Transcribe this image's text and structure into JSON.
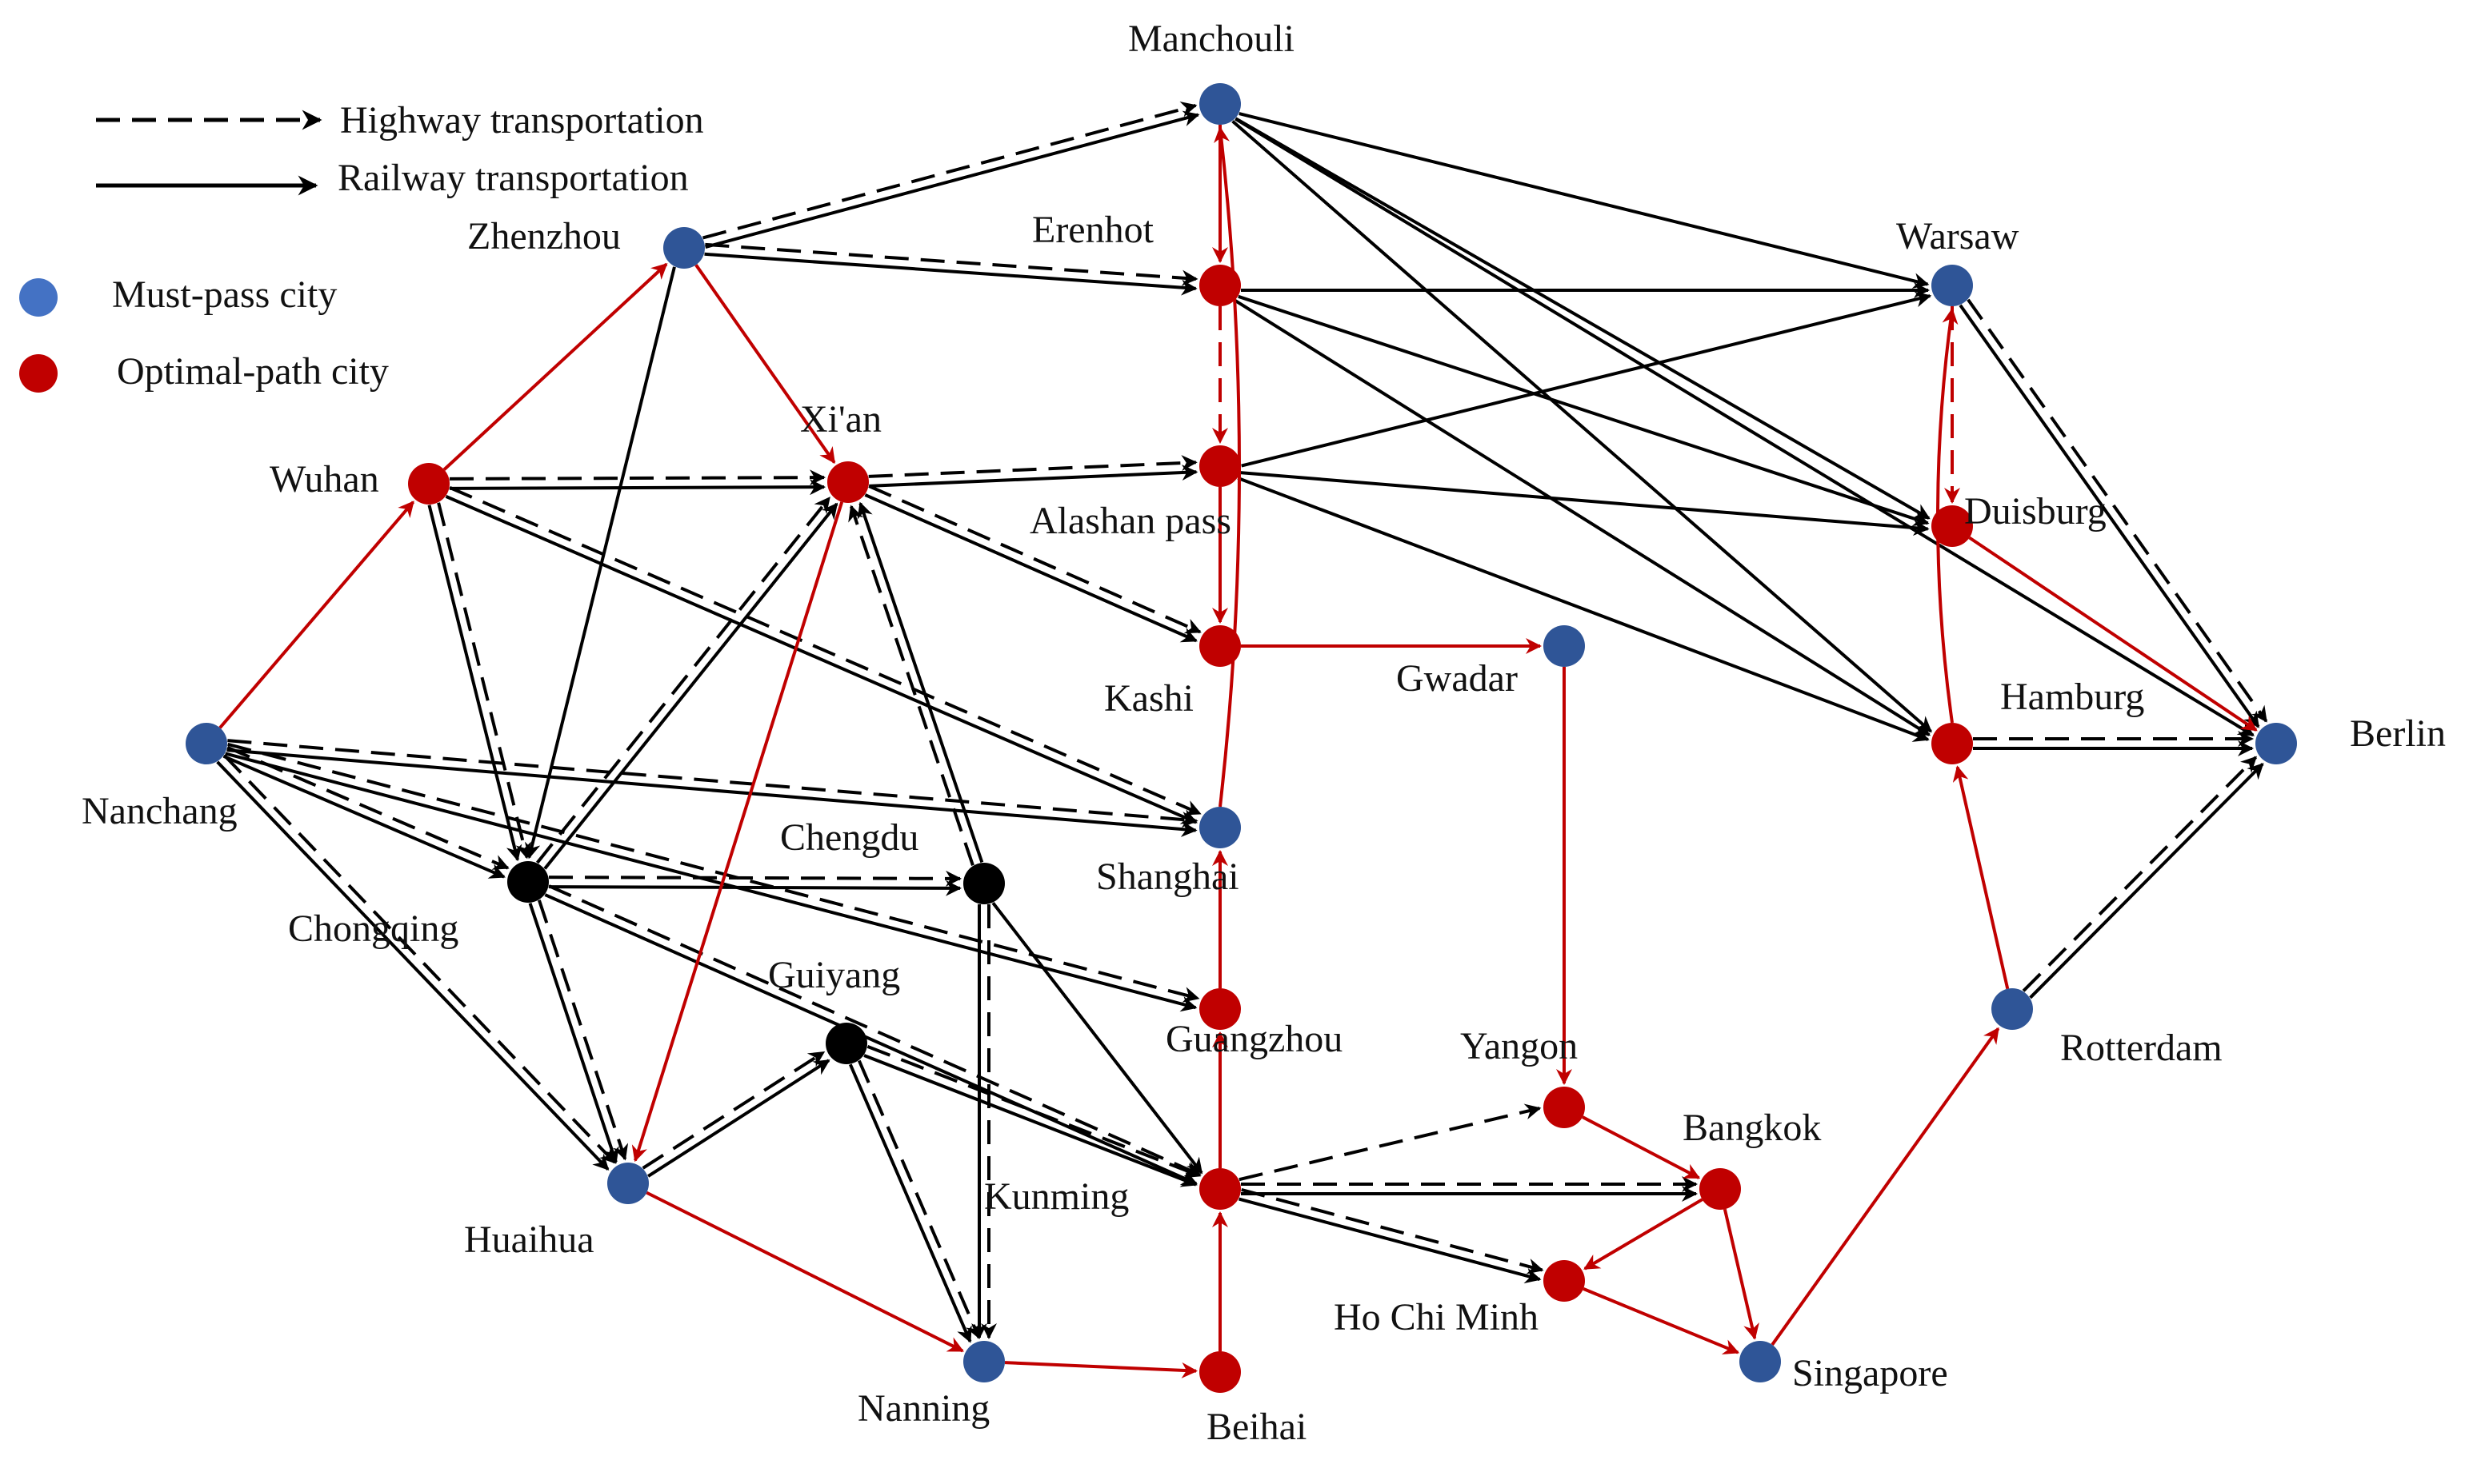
{
  "legend": {
    "highway": "Highway transportation",
    "railway": "Railway transportation",
    "must_pass": "Must-pass city",
    "optimal": "Optimal-path city"
  },
  "colors": {
    "must_pass": "#2F5597",
    "optimal": "#C00000",
    "intermediate": "#000000",
    "network_edge": "#000000",
    "optimal_edge": "#C00000"
  },
  "cities": {
    "manchouli": {
      "label": "Manchouli",
      "kind": "must_pass"
    },
    "zhenzhou": {
      "label": "Zhenzhou",
      "kind": "must_pass"
    },
    "erenhot": {
      "label": "Erenhot",
      "kind": "optimal"
    },
    "warsaw": {
      "label": "Warsaw",
      "kind": "must_pass"
    },
    "xian": {
      "label": "Xi'an",
      "kind": "optimal"
    },
    "wuhan": {
      "label": "Wuhan",
      "kind": "optimal"
    },
    "alashan": {
      "label": "Alashan pass",
      "kind": "optimal"
    },
    "duisburg": {
      "label": "Duisburg",
      "kind": "optimal"
    },
    "kashi": {
      "label": "Kashi",
      "kind": "optimal"
    },
    "gwadar": {
      "label": "Gwadar",
      "kind": "must_pass"
    },
    "hamburg": {
      "label": "Hamburg",
      "kind": "optimal"
    },
    "berlin": {
      "label": "Berlin",
      "kind": "must_pass"
    },
    "nanchang": {
      "label": "Nanchang",
      "kind": "must_pass"
    },
    "shanghai": {
      "label": "Shanghai",
      "kind": "must_pass"
    },
    "chengdu": {
      "label": "Chengdu",
      "kind": "intermediate"
    },
    "chongqing": {
      "label": "Chongqing",
      "kind": "intermediate"
    },
    "guiyang": {
      "label": "Guiyang",
      "kind": "intermediate"
    },
    "guangzhou": {
      "label": "Guangzhou",
      "kind": "optimal"
    },
    "yangon": {
      "label": "Yangon",
      "kind": "optimal"
    },
    "rotterdam": {
      "label": "Rotterdam",
      "kind": "must_pass"
    },
    "bangkok": {
      "label": "Bangkok",
      "kind": "optimal"
    },
    "kunming": {
      "label": "Kunming",
      "kind": "optimal"
    },
    "huaihua": {
      "label": "Huaihua",
      "kind": "must_pass"
    },
    "hochiminh": {
      "label": "Ho Chi Minh",
      "kind": "optimal"
    },
    "singapore": {
      "label": "Singapore",
      "kind": "must_pass"
    },
    "nanning": {
      "label": "Nanning",
      "kind": "must_pass"
    },
    "beihai": {
      "label": "Beihai",
      "kind": "optimal"
    }
  },
  "edges": [
    {
      "from": "zhenzhou",
      "to": "manchouli",
      "mode": "highway"
    },
    {
      "from": "zhenzhou",
      "to": "manchouli",
      "mode": "railway"
    },
    {
      "from": "zhenzhou",
      "to": "erenhot",
      "mode": "highway"
    },
    {
      "from": "zhenzhou",
      "to": "erenhot",
      "mode": "railway"
    },
    {
      "from": "zhenzhou",
      "to": "chongqing",
      "mode": "railway"
    },
    {
      "from": "manchouli",
      "to": "warsaw",
      "mode": "railway"
    },
    {
      "from": "manchouli",
      "to": "duisburg",
      "mode": "railway"
    },
    {
      "from": "manchouli",
      "to": "hamburg",
      "mode": "railway"
    },
    {
      "from": "manchouli",
      "to": "berlin",
      "mode": "railway"
    },
    {
      "from": "erenhot",
      "to": "warsaw",
      "mode": "railway"
    },
    {
      "from": "erenhot",
      "to": "duisburg",
      "mode": "railway"
    },
    {
      "from": "erenhot",
      "to": "hamburg",
      "mode": "railway"
    },
    {
      "from": "alashan",
      "to": "warsaw",
      "mode": "railway"
    },
    {
      "from": "alashan",
      "to": "duisburg",
      "mode": "railway"
    },
    {
      "from": "alashan",
      "to": "hamburg",
      "mode": "railway"
    },
    {
      "from": "warsaw",
      "to": "berlin",
      "mode": "highway"
    },
    {
      "from": "warsaw",
      "to": "berlin",
      "mode": "railway"
    },
    {
      "from": "hamburg",
      "to": "berlin",
      "mode": "highway"
    },
    {
      "from": "hamburg",
      "to": "berlin",
      "mode": "railway"
    },
    {
      "from": "rotterdam",
      "to": "berlin",
      "mode": "highway"
    },
    {
      "from": "rotterdam",
      "to": "berlin",
      "mode": "railway"
    },
    {
      "from": "wuhan",
      "to": "xian",
      "mode": "highway"
    },
    {
      "from": "wuhan",
      "to": "xian",
      "mode": "railway"
    },
    {
      "from": "xian",
      "to": "alashan",
      "mode": "highway"
    },
    {
      "from": "xian",
      "to": "alashan",
      "mode": "railway"
    },
    {
      "from": "xian",
      "to": "kashi",
      "mode": "highway"
    },
    {
      "from": "xian",
      "to": "kashi",
      "mode": "railway"
    },
    {
      "from": "wuhan",
      "to": "chongqing",
      "mode": "highway"
    },
    {
      "from": "wuhan",
      "to": "chongqing",
      "mode": "railway"
    },
    {
      "from": "wuhan",
      "to": "shanghai",
      "mode": "highway"
    },
    {
      "from": "wuhan",
      "to": "shanghai",
      "mode": "railway"
    },
    {
      "from": "nanchang",
      "to": "shanghai",
      "mode": "highway"
    },
    {
      "from": "nanchang",
      "to": "shanghai",
      "mode": "railway"
    },
    {
      "from": "nanchang",
      "to": "chongqing",
      "mode": "highway"
    },
    {
      "from": "nanchang",
      "to": "chongqing",
      "mode": "railway"
    },
    {
      "from": "nanchang",
      "to": "guangzhou",
      "mode": "highway"
    },
    {
      "from": "nanchang",
      "to": "guangzhou",
      "mode": "railway"
    },
    {
      "from": "nanchang",
      "to": "huaihua",
      "mode": "highway"
    },
    {
      "from": "nanchang",
      "to": "huaihua",
      "mode": "railway"
    },
    {
      "from": "chongqing",
      "to": "xian",
      "mode": "highway"
    },
    {
      "from": "chongqing",
      "to": "xian",
      "mode": "railway"
    },
    {
      "from": "chongqing",
      "to": "chengdu",
      "mode": "highway"
    },
    {
      "from": "chongqing",
      "to": "chengdu",
      "mode": "railway"
    },
    {
      "from": "chongqing",
      "to": "huaihua",
      "mode": "highway"
    },
    {
      "from": "chongqing",
      "to": "huaihua",
      "mode": "railway"
    },
    {
      "from": "chongqing",
      "to": "kunming",
      "mode": "highway"
    },
    {
      "from": "chongqing",
      "to": "kunming",
      "mode": "railway"
    },
    {
      "from": "chengdu",
      "to": "xian",
      "mode": "highway"
    },
    {
      "from": "chengdu",
      "to": "xian",
      "mode": "railway"
    },
    {
      "from": "chengdu",
      "to": "nanning",
      "mode": "highway"
    },
    {
      "from": "chengdu",
      "to": "nanning",
      "mode": "railway"
    },
    {
      "from": "chengdu",
      "to": "kunming",
      "mode": "railway"
    },
    {
      "from": "huaihua",
      "to": "guiyang",
      "mode": "highway"
    },
    {
      "from": "huaihua",
      "to": "guiyang",
      "mode": "railway"
    },
    {
      "from": "guiyang",
      "to": "nanning",
      "mode": "highway"
    },
    {
      "from": "guiyang",
      "to": "nanning",
      "mode": "railway"
    },
    {
      "from": "guiyang",
      "to": "kunming",
      "mode": "highway"
    },
    {
      "from": "guiyang",
      "to": "kunming",
      "mode": "railway"
    },
    {
      "from": "kunming",
      "to": "yangon",
      "mode": "highway"
    },
    {
      "from": "kunming",
      "to": "bangkok",
      "mode": "highway"
    },
    {
      "from": "kunming",
      "to": "bangkok",
      "mode": "railway"
    },
    {
      "from": "kunming",
      "to": "hochiminh",
      "mode": "highway"
    },
    {
      "from": "kunming",
      "to": "hochiminh",
      "mode": "railway"
    }
  ],
  "optimal_path": [
    {
      "from": "nanchang",
      "to": "wuhan"
    },
    {
      "from": "wuhan",
      "to": "zhenzhou"
    },
    {
      "from": "zhenzhou",
      "to": "xian"
    },
    {
      "from": "xian",
      "to": "huaihua"
    },
    {
      "from": "huaihua",
      "to": "nanning"
    },
    {
      "from": "nanning",
      "to": "beihai"
    },
    {
      "from": "beihai",
      "to": "kunming"
    },
    {
      "from": "kunming",
      "to": "guangzhou"
    },
    {
      "from": "guangzhou",
      "to": "shanghai"
    },
    {
      "from": "shanghai",
      "to": "manchouli",
      "curve": 8
    },
    {
      "from": "manchouli",
      "to": "erenhot"
    },
    {
      "from": "erenhot",
      "to": "alashan",
      "mode": "highway"
    },
    {
      "from": "alashan",
      "to": "kashi"
    },
    {
      "from": "kashi",
      "to": "gwadar"
    },
    {
      "from": "gwadar",
      "to": "yangon"
    },
    {
      "from": "yangon",
      "to": "bangkok"
    },
    {
      "from": "bangkok",
      "to": "hochiminh"
    },
    {
      "from": "hochiminh",
      "to": "singapore"
    },
    {
      "from": "bangkok",
      "to": "singapore"
    },
    {
      "from": "singapore",
      "to": "rotterdam"
    },
    {
      "from": "rotterdam",
      "to": "hamburg"
    },
    {
      "from": "hamburg",
      "to": "warsaw",
      "curve": -6
    },
    {
      "from": "warsaw",
      "to": "duisburg",
      "mode": "highway"
    },
    {
      "from": "duisburg",
      "to": "berlin"
    }
  ]
}
